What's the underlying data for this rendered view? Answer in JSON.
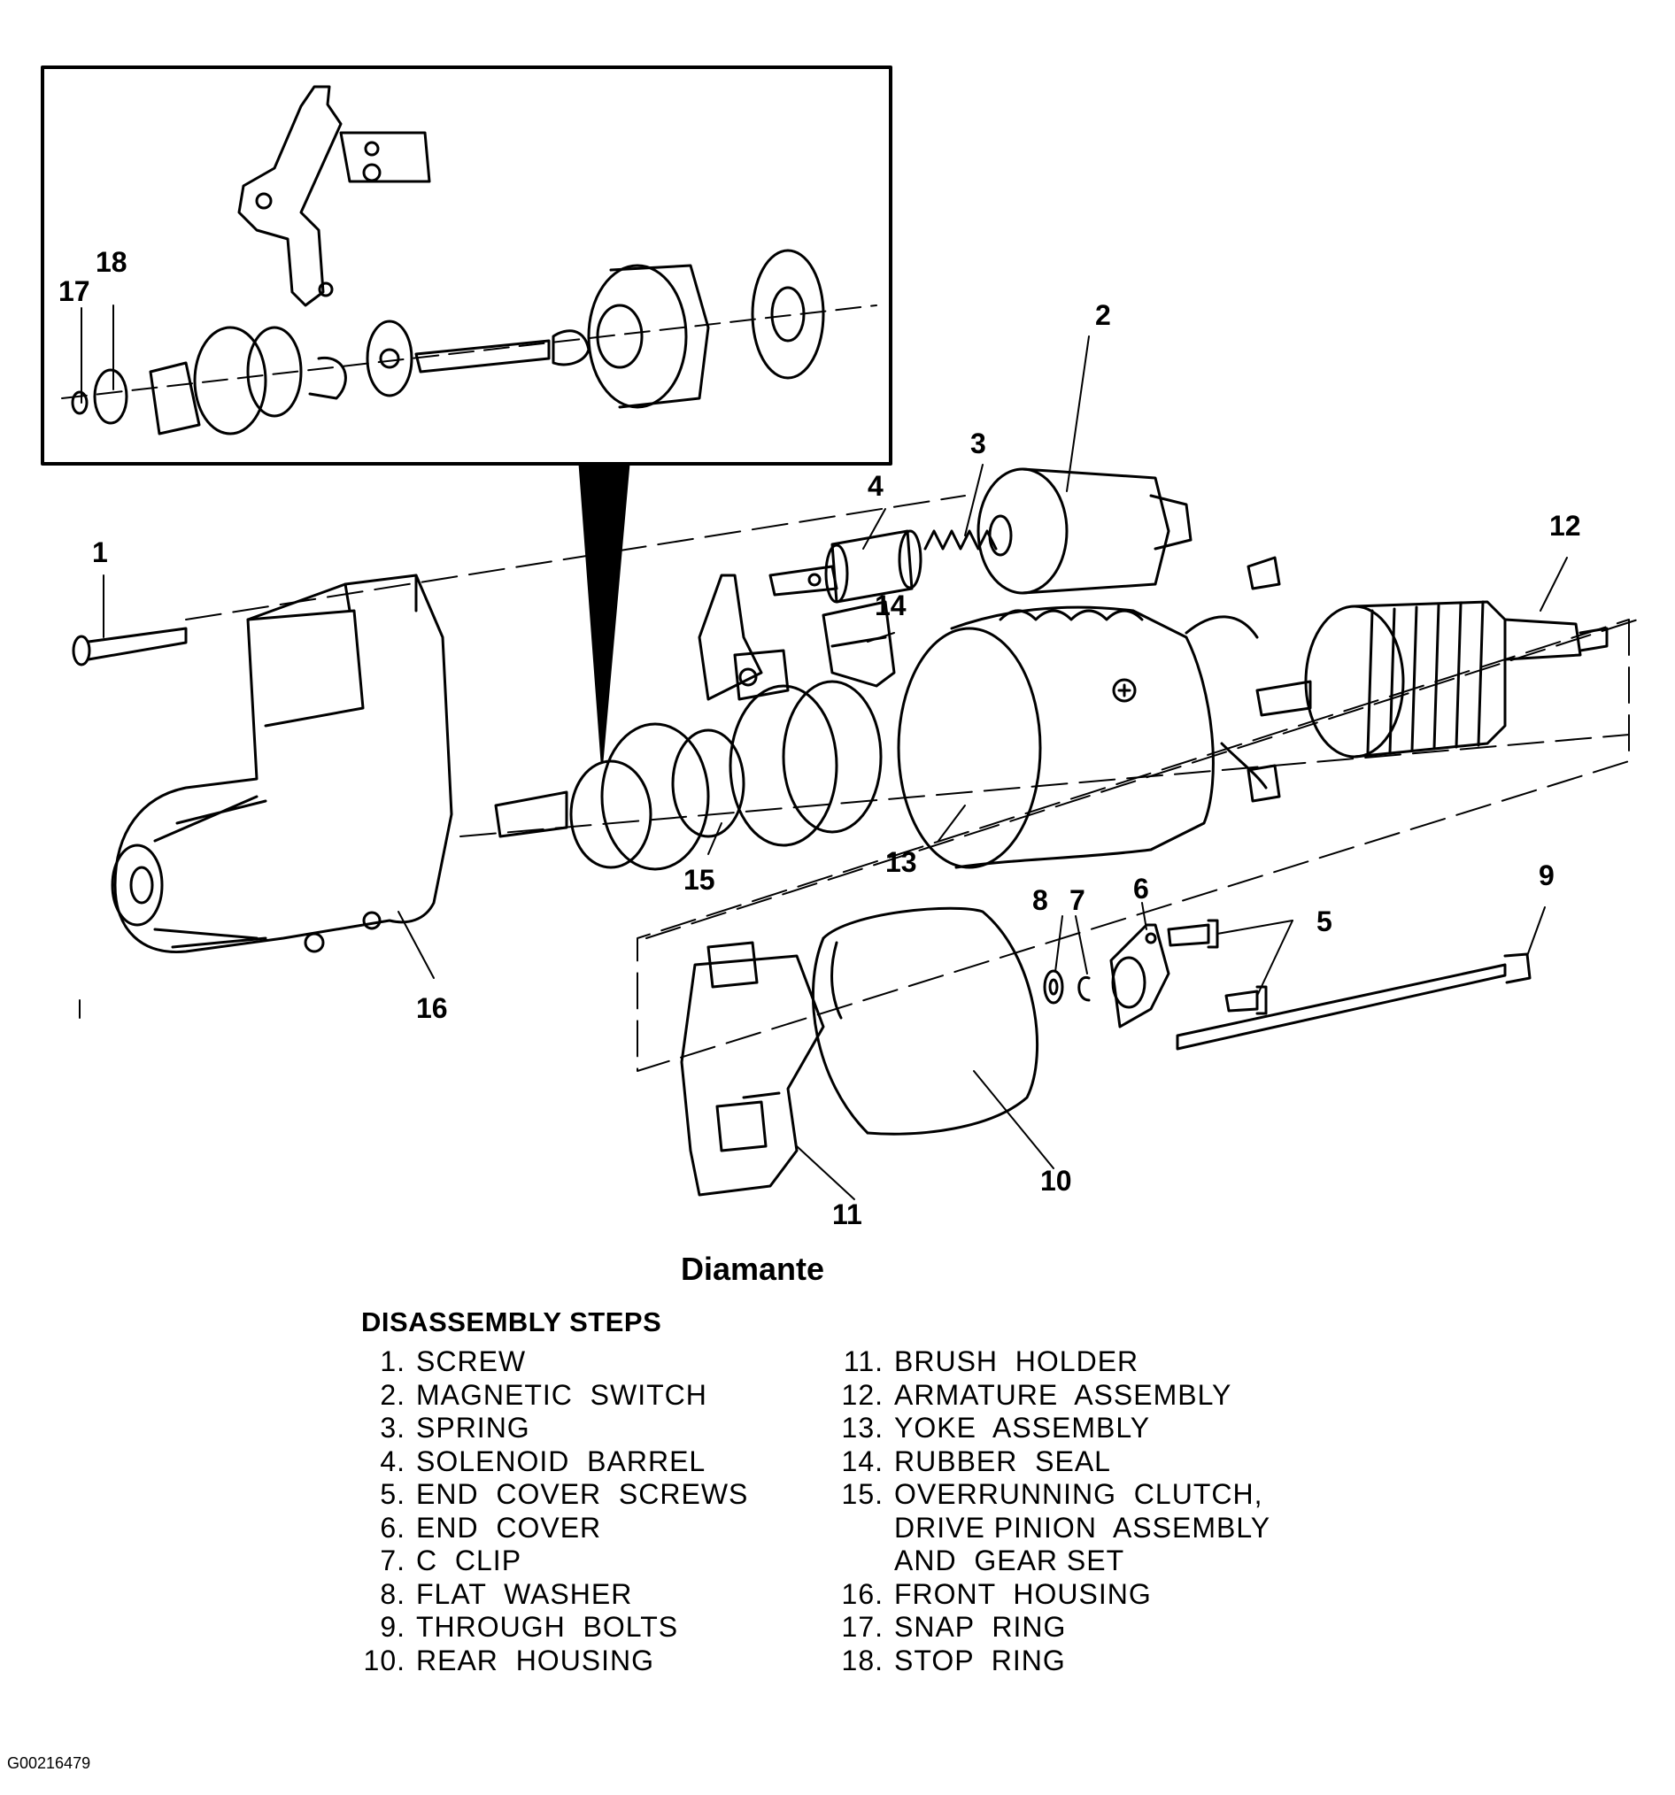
{
  "title": "Diamante",
  "steps_heading": "DISASSEMBLY STEPS",
  "callouts": [
    "1",
    "2",
    "3",
    "4",
    "5",
    "6",
    "7",
    "8",
    "9",
    "10",
    "11",
    "12",
    "13",
    "14",
    "15",
    "16",
    "17",
    "18"
  ],
  "steps_left": [
    {
      "num": "1.",
      "text": "SCREW"
    },
    {
      "num": "2.",
      "text": "MAGNETIC  SWITCH"
    },
    {
      "num": "3.",
      "text": "SPRING"
    },
    {
      "num": "4.",
      "text": "SOLENOID  BARREL"
    },
    {
      "num": "5.",
      "text": "END  COVER  SCREWS"
    },
    {
      "num": "6.",
      "text": "END  COVER"
    },
    {
      "num": "7.",
      "text": "C  CLIP"
    },
    {
      "num": "8.",
      "text": "FLAT  WASHER"
    },
    {
      "num": "9.",
      "text": "THROUGH  BOLTS"
    },
    {
      "num": "10.",
      "text": "REAR  HOUSING"
    }
  ],
  "steps_right": [
    {
      "num": "11.",
      "text": "BRUSH  HOLDER"
    },
    {
      "num": "12.",
      "text": "ARMATURE  ASSEMBLY"
    },
    {
      "num": "13.",
      "text": "YOKE  ASSEMBLY"
    },
    {
      "num": "14.",
      "text": "RUBBER  SEAL"
    },
    {
      "num": "15.",
      "text": "OVERRUNNING  CLUTCH,"
    },
    {
      "num": "",
      "text": "DRIVE PINION  ASSEMBLY"
    },
    {
      "num": "",
      "text": "AND  GEAR SET"
    },
    {
      "num": "16.",
      "text": "FRONT  HOUSING"
    },
    {
      "num": "17.",
      "text": "SNAP  RING"
    },
    {
      "num": "18.",
      "text": "STOP  RING"
    }
  ],
  "figure_code": "G00216479"
}
